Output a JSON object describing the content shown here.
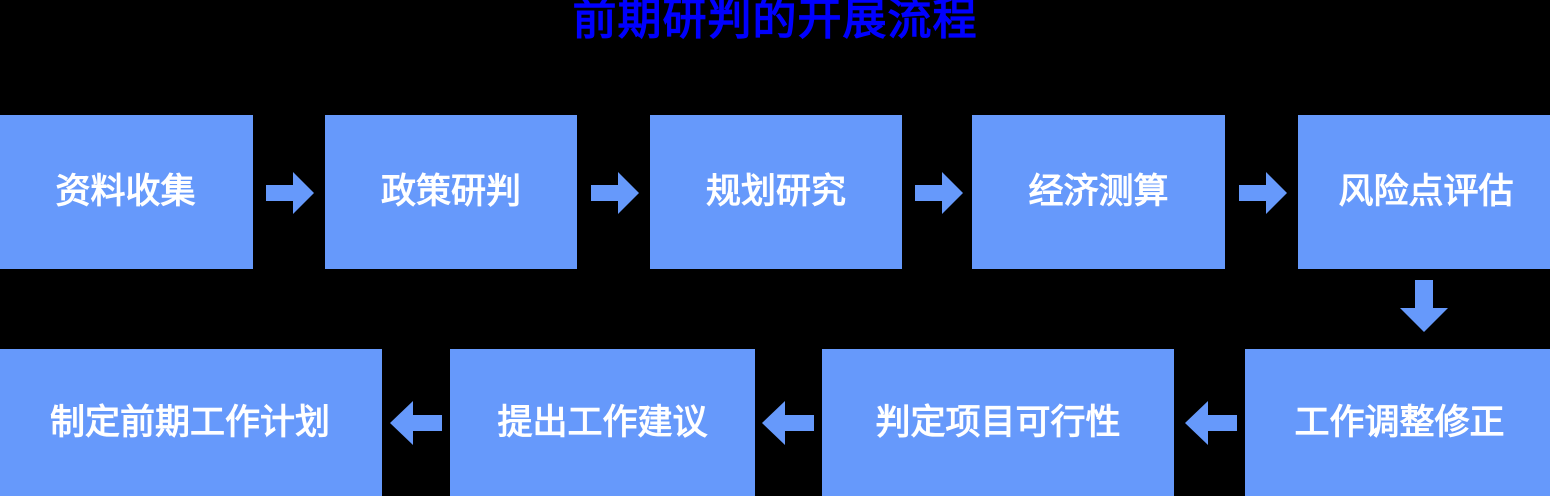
{
  "page": {
    "title": "前期研判的开展流程",
    "background_color": "#000000",
    "title_color": "#0000ff",
    "node_color": "#6699fb",
    "node_text_color": "#ffffff",
    "arrow_color": "#6699fb"
  },
  "flow": {
    "row_top": [
      {
        "id": "node-1",
        "label": "资料收集"
      },
      {
        "id": "node-2",
        "label": "政策研判"
      },
      {
        "id": "node-3",
        "label": "规划研究"
      },
      {
        "id": "node-4",
        "label": "经济测算"
      },
      {
        "id": "node-5",
        "label": "风险点评估"
      }
    ],
    "row_bottom": [
      {
        "id": "node-9",
        "label": "制定前期工作计划"
      },
      {
        "id": "node-8",
        "label": "提出工作建议"
      },
      {
        "id": "node-7",
        "label": "判定项目可行性"
      },
      {
        "id": "node-6",
        "label": "工作调整修正"
      }
    ],
    "connectors": [
      {
        "id": "arrow-1-2",
        "direction": "right"
      },
      {
        "id": "arrow-2-3",
        "direction": "right"
      },
      {
        "id": "arrow-3-4",
        "direction": "right"
      },
      {
        "id": "arrow-4-5",
        "direction": "right"
      },
      {
        "id": "arrow-5-6",
        "direction": "down"
      },
      {
        "id": "arrow-6-7",
        "direction": "left"
      },
      {
        "id": "arrow-7-8",
        "direction": "left"
      },
      {
        "id": "arrow-8-9",
        "direction": "left"
      }
    ]
  }
}
